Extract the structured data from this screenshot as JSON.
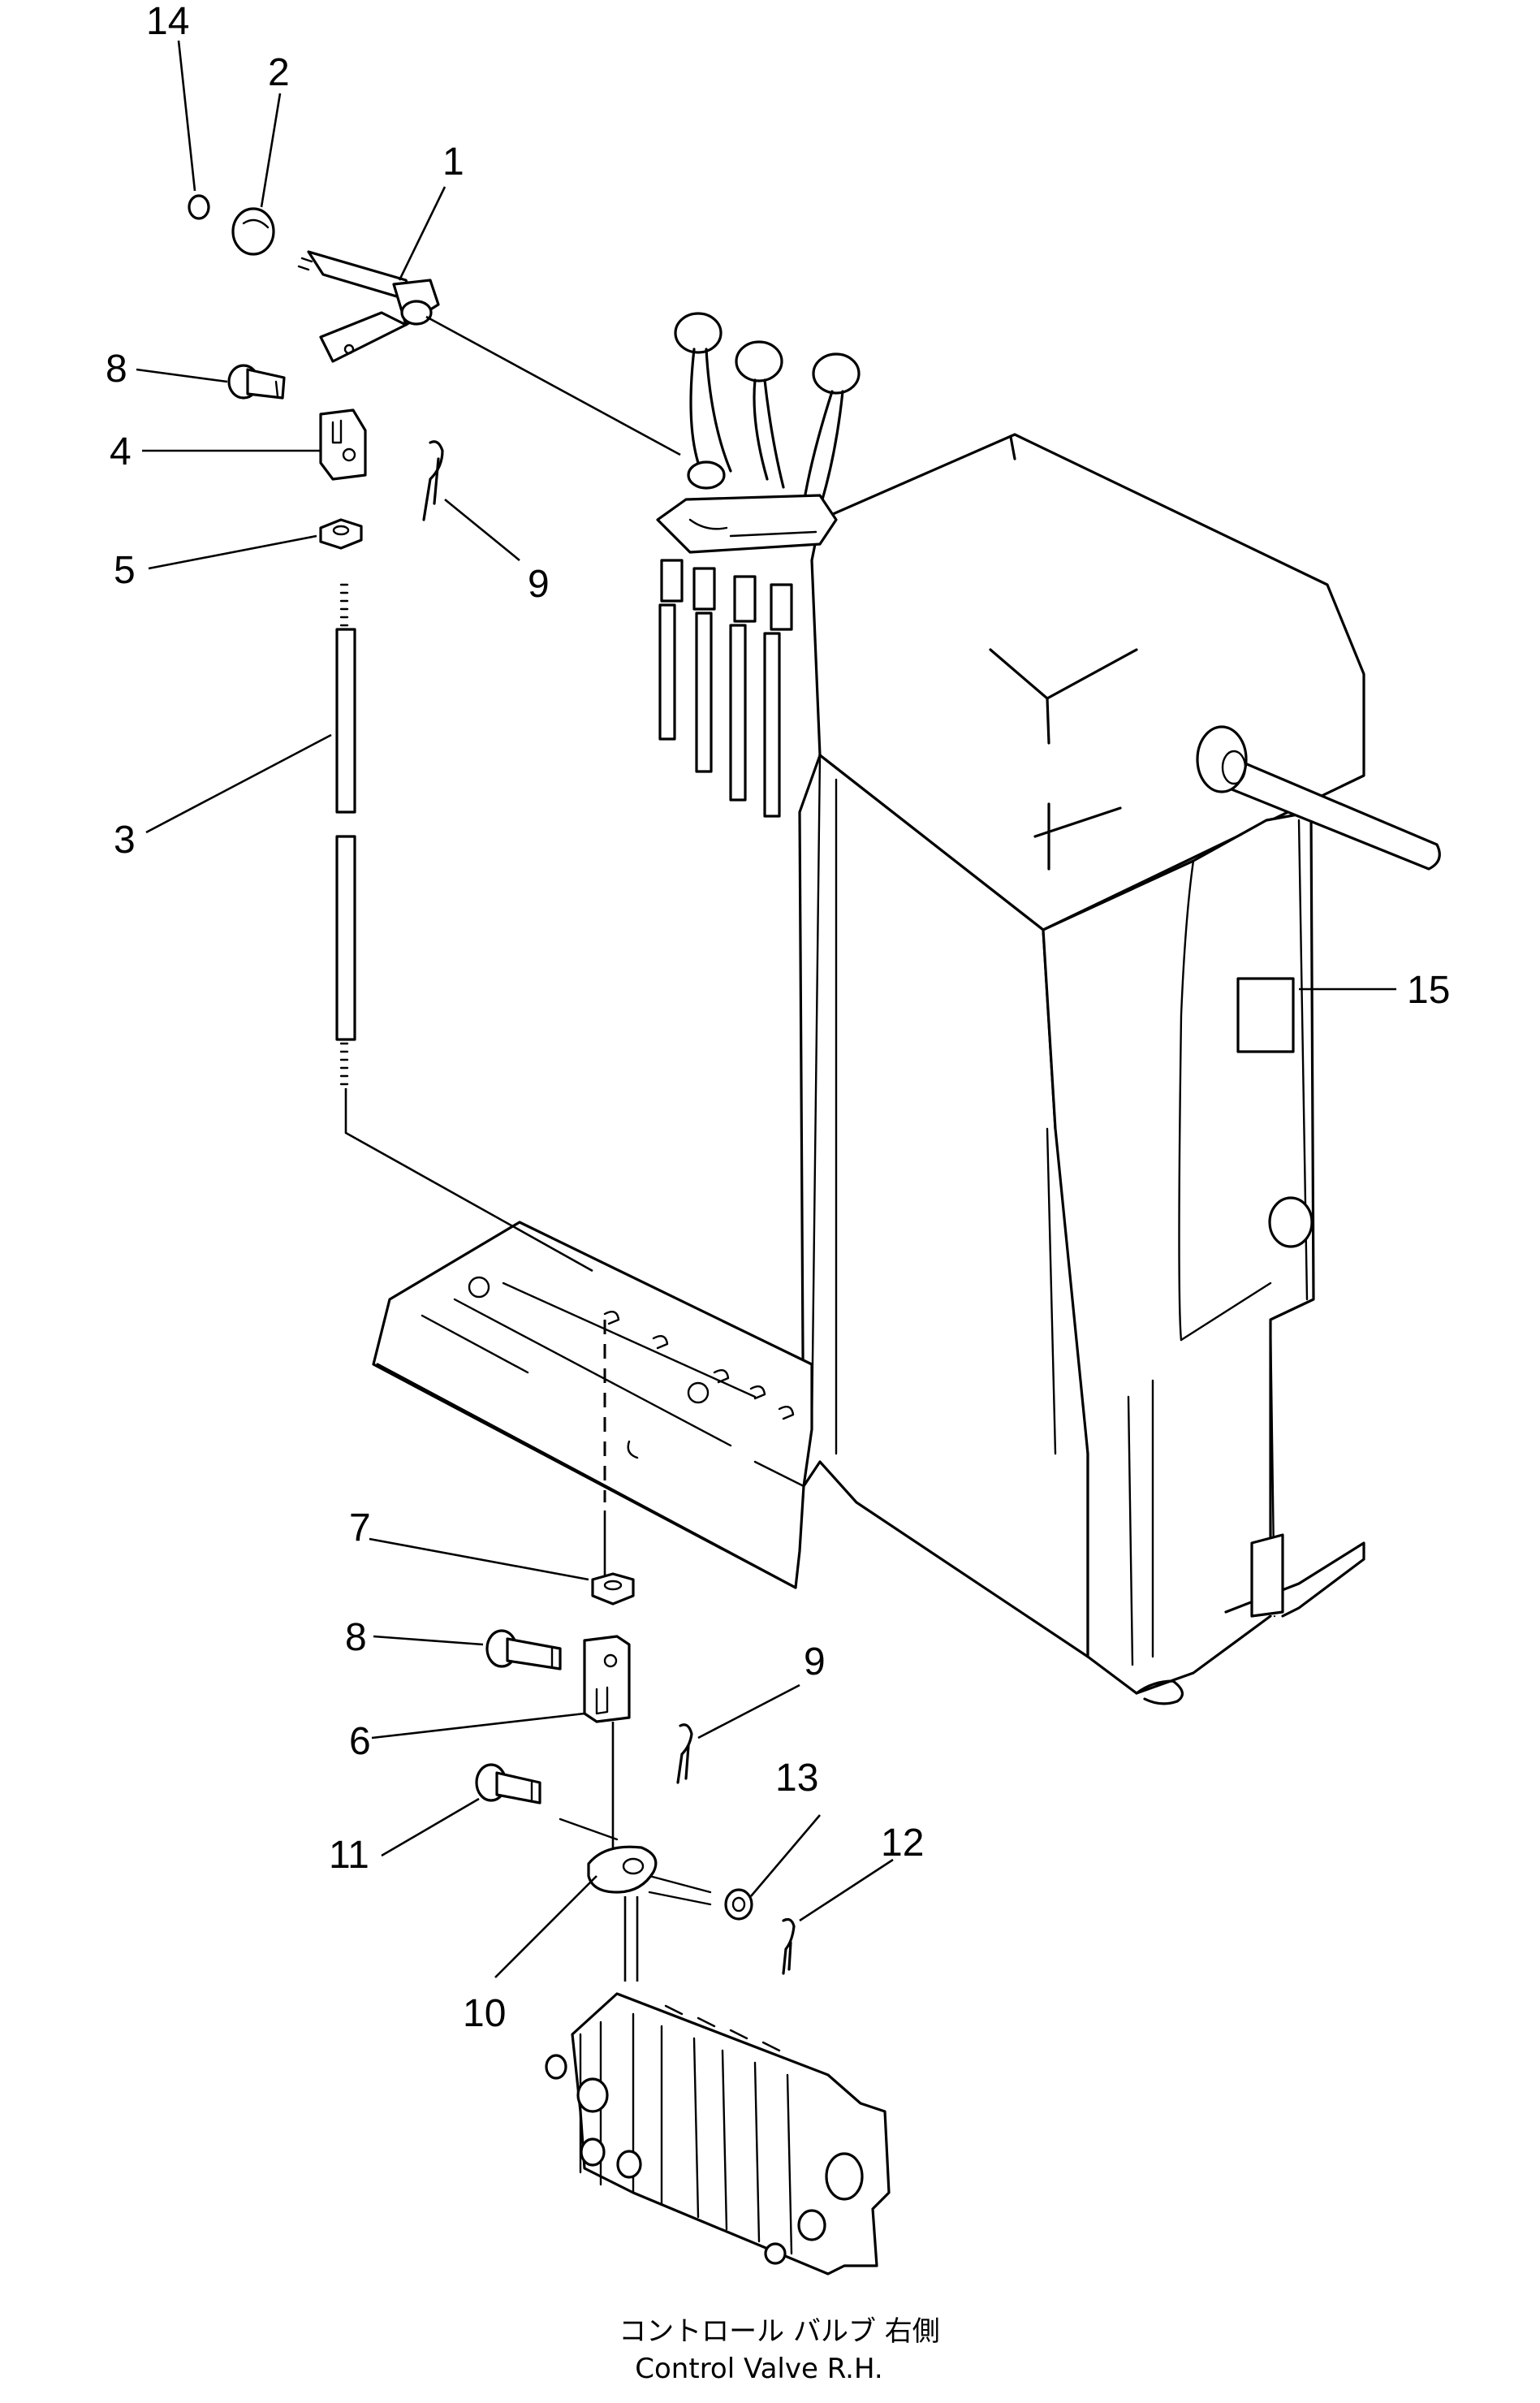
{
  "callouts": [
    {
      "id": "14",
      "text": "14"
    },
    {
      "id": "2",
      "text": "2"
    },
    {
      "id": "1",
      "text": "1"
    },
    {
      "id": "8a",
      "text": "8"
    },
    {
      "id": "4",
      "text": "4"
    },
    {
      "id": "5",
      "text": "5"
    },
    {
      "id": "9a",
      "text": "9"
    },
    {
      "id": "3",
      "text": "3"
    },
    {
      "id": "15",
      "text": "15"
    },
    {
      "id": "7",
      "text": "7"
    },
    {
      "id": "8b",
      "text": "8"
    },
    {
      "id": "9b",
      "text": "9"
    },
    {
      "id": "6",
      "text": "6"
    },
    {
      "id": "13",
      "text": "13"
    },
    {
      "id": "11",
      "text": "11"
    },
    {
      "id": "12",
      "text": "12"
    },
    {
      "id": "10",
      "text": "10"
    }
  ],
  "caption": {
    "japanese": "コントロール バルブ 右側",
    "english": "Control Valve R.H."
  },
  "colors": {
    "ink": "#000000",
    "paper": "#ffffff"
  }
}
